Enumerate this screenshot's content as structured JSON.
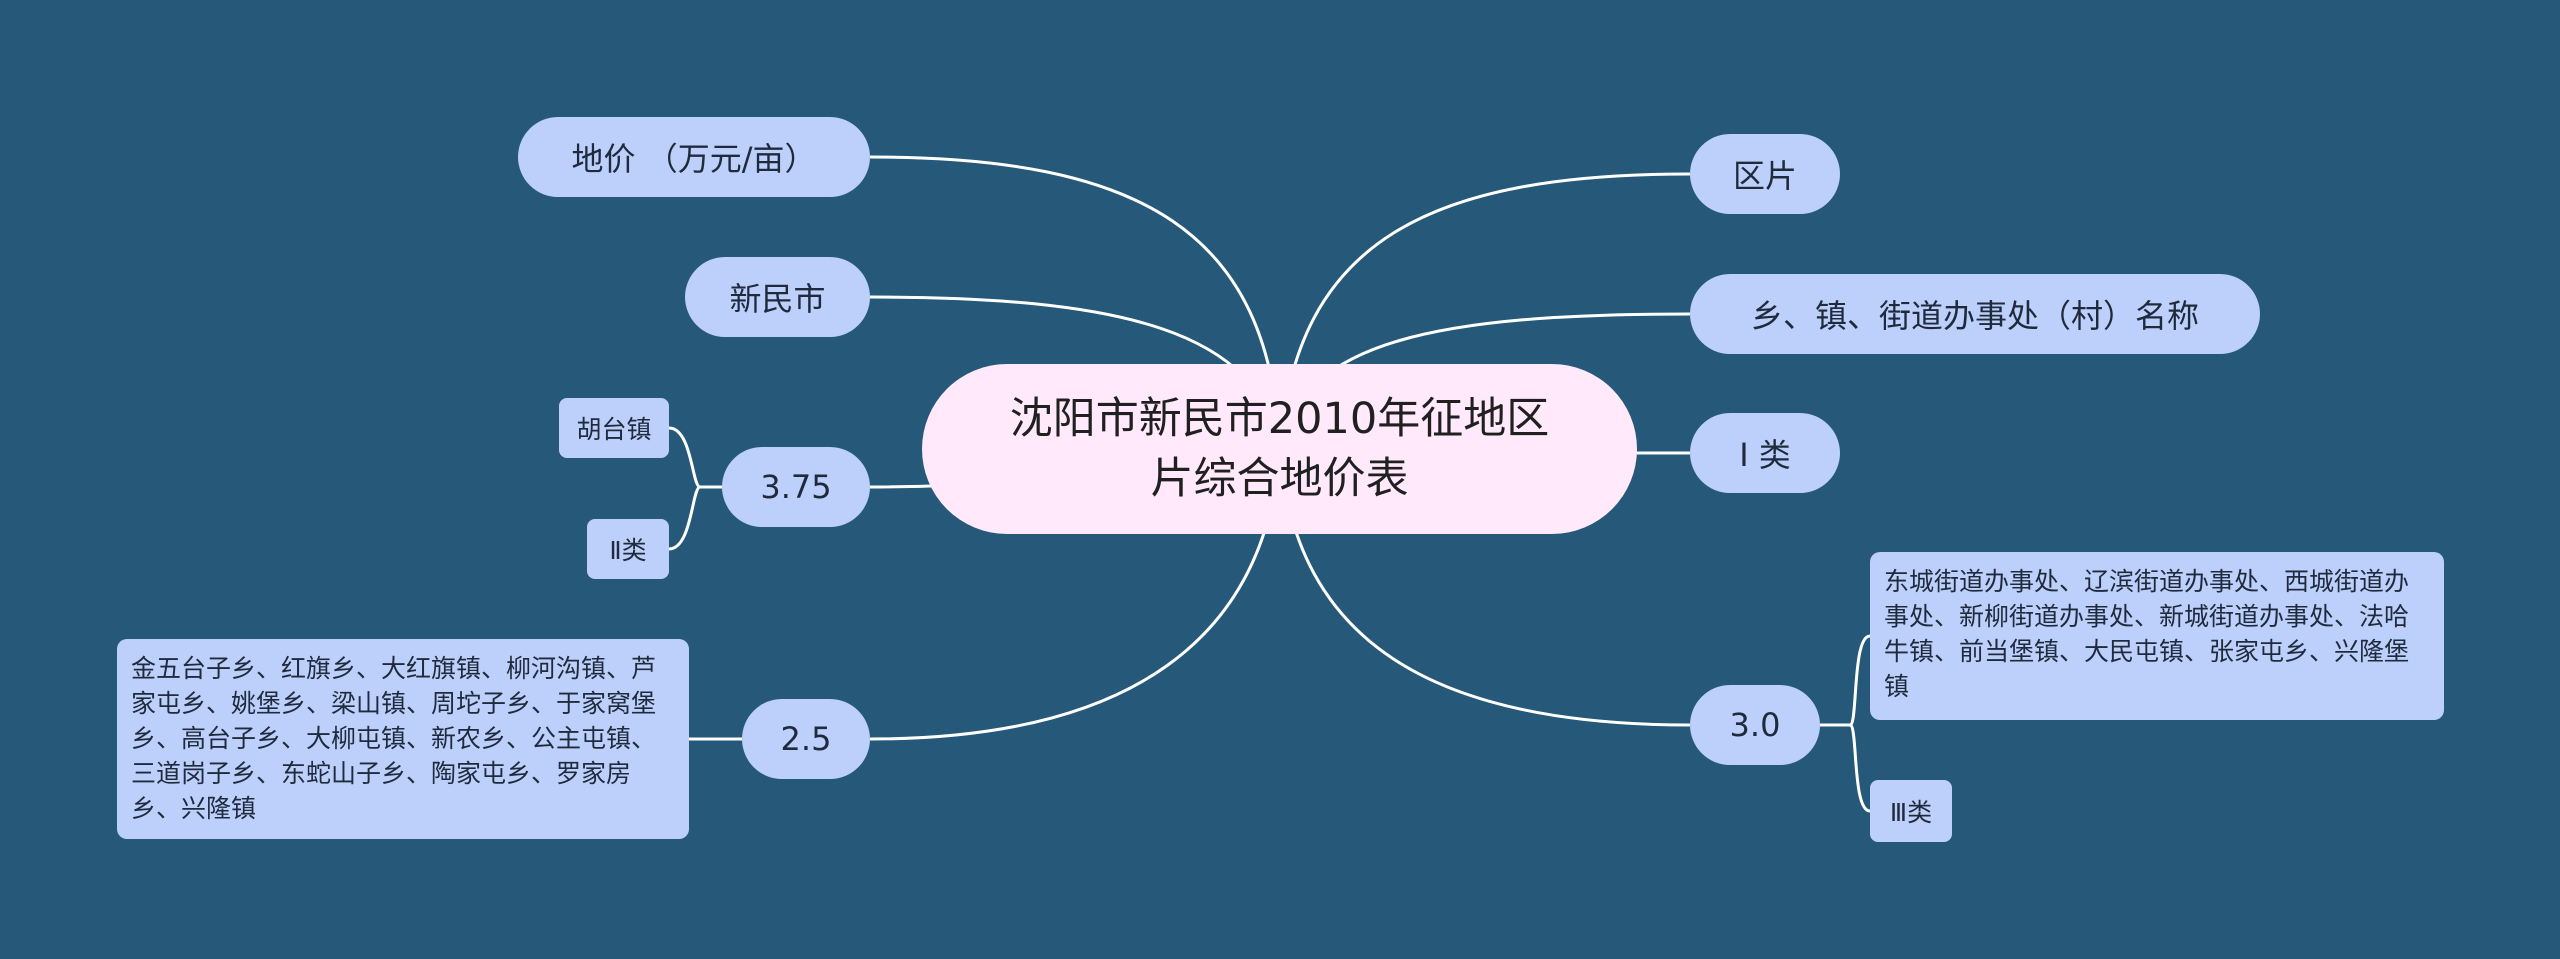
{
  "center": {
    "title": "沈阳市新民市2010年征地区片综合地价表"
  },
  "left": {
    "land_price": "地价 （万元/亩）",
    "city": "新民市",
    "price_375": "3.75",
    "town_hutai": "胡台镇",
    "class_2": "Ⅱ类",
    "price_25": "2.5",
    "list_25": "金五台子乡、红旗乡、大红旗镇、柳河沟镇、芦家屯乡、姚堡乡、梁山镇、周坨子乡、于家窝堡乡、高台子乡、大柳屯镇、新农乡、公主屯镇、三道岗子乡、东蛇山子乡、陶家屯乡、罗家房乡、兴隆镇"
  },
  "right": {
    "district": "区片",
    "names": "乡、镇、街道办事处（村）名称",
    "class_1": "Ⅰ 类",
    "price_30": "3.0",
    "list_30": "东城街道办事处、辽滨街道办事处、西城街道办事处、新柳街道办事处、新城街道办事处、法哈牛镇、前当堡镇、大民屯镇、张家屯乡、兴隆堡镇",
    "class_3": "Ⅲ类"
  },
  "colors": {
    "background": "#255879",
    "node": "#bcd0fb",
    "center": "#ffe9fb",
    "line": "#ffffff"
  }
}
